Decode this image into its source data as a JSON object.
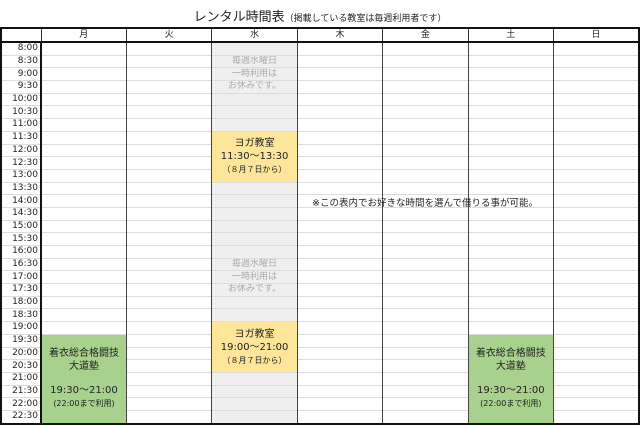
{
  "title": {
    "main": "レンタル時間表",
    "sub": "（掲載している教室は毎週利用者です）"
  },
  "days": [
    "月",
    "火",
    "水",
    "木",
    "金",
    "土",
    "日"
  ],
  "times": [
    "8:00",
    "8:30",
    "9:00",
    "9:30",
    "10:00",
    "10:30",
    "11:00",
    "11:30",
    "12:00",
    "12:30",
    "13:00",
    "13:30",
    "14:00",
    "14:30",
    "15:00",
    "15:30",
    "16:00",
    "16:30",
    "17:00",
    "17:30",
    "18:00",
    "18:30",
    "19:00",
    "19:30",
    "20:00",
    "20:30",
    "21:00",
    "21:30",
    "22:00",
    "22:30"
  ],
  "wednesday_closed_text": [
    "毎週水曜日",
    "一時利用は",
    "お休みです。"
  ],
  "yoga_morning": {
    "name": "ヨガ教室",
    "time": "11:30〜13:30",
    "note": "（８月７日から）"
  },
  "yoga_evening": {
    "name": "ヨガ教室",
    "time": "19:00〜21:00",
    "note": "（８月７日から）"
  },
  "martial_arts": {
    "name": "着衣総合格闘技",
    "name2": "大道塾",
    "time": "19:30〜21:00",
    "note": "(22:00まで利用)"
  },
  "note": "※この表内でお好きな時間を選んで借りる事が可能。",
  "colors": {
    "closed": "#efefef",
    "yoga": "#fde599",
    "martial": "#a9d18e"
  }
}
